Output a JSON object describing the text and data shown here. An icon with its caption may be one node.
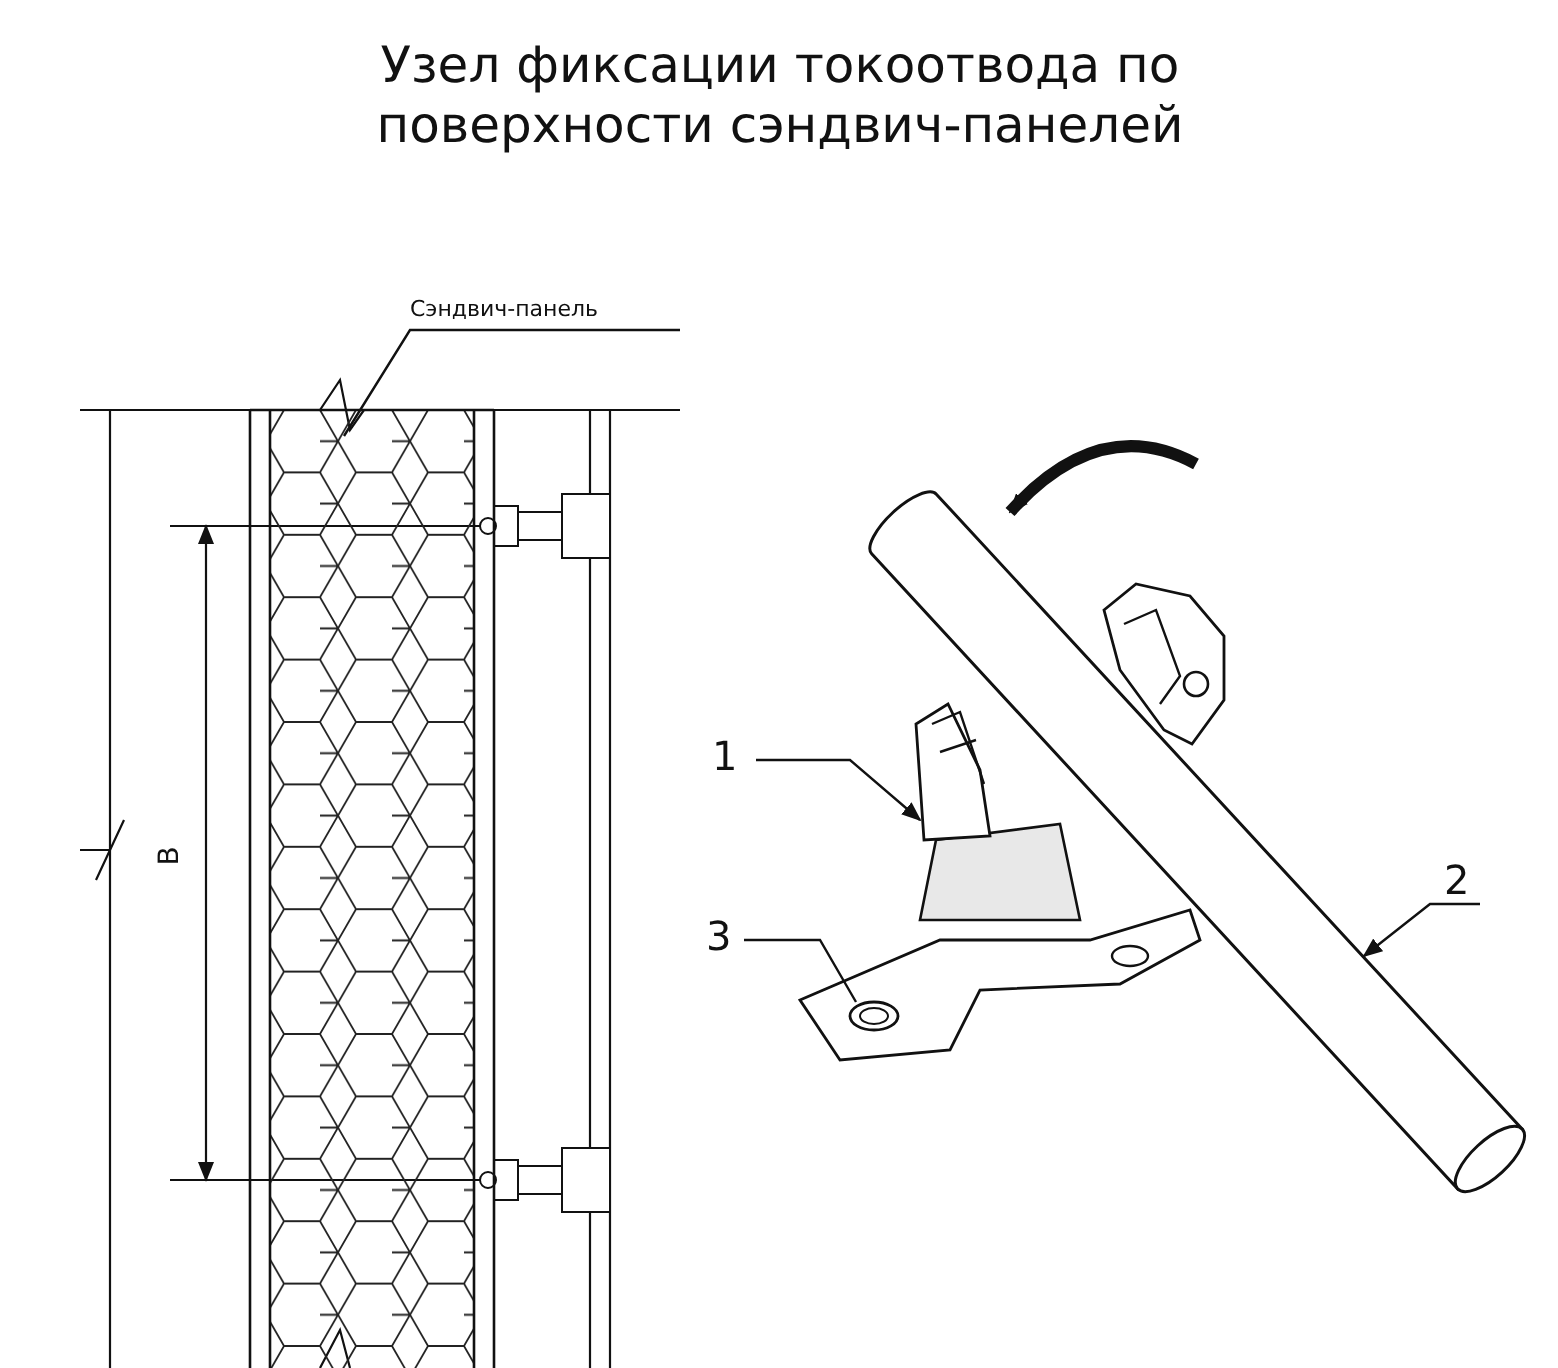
{
  "diagram": {
    "title": "Узел фиксации токоотвода по поверхности сэндвич-панелей",
    "nodes": [
      {
        "text": [
          "Сэндвич-панель"
        ]
      },
      {
        "text": [],
        "shape": "picture"
      },
      {
        "text": [
          "1"
        ]
      },
      {
        "text": [],
        "shape": "picture"
      },
      {
        "text": [
          "2"
        ]
      },
      {
        "text": [],
        "shape": "cylinder"
      },
      {
        "text": [
          "3"
        ]
      },
      {
        "text": [],
        "shape": "picture",
        "in": 3
      }
    ],
    "edges": [
      {
        "from": 0,
        "to": 1,
        "arrow": "none"
      },
      {
        "from": 2,
        "to": 3,
        "arrow": "to"
      },
      {
        "from": 4,
        "to": 5,
        "arrow": "to"
      },
      {
        "from": 6,
        "to": 7,
        "arrow": "none"
      }
    ],
    "labels": [
      "В"
    ]
  }
}
